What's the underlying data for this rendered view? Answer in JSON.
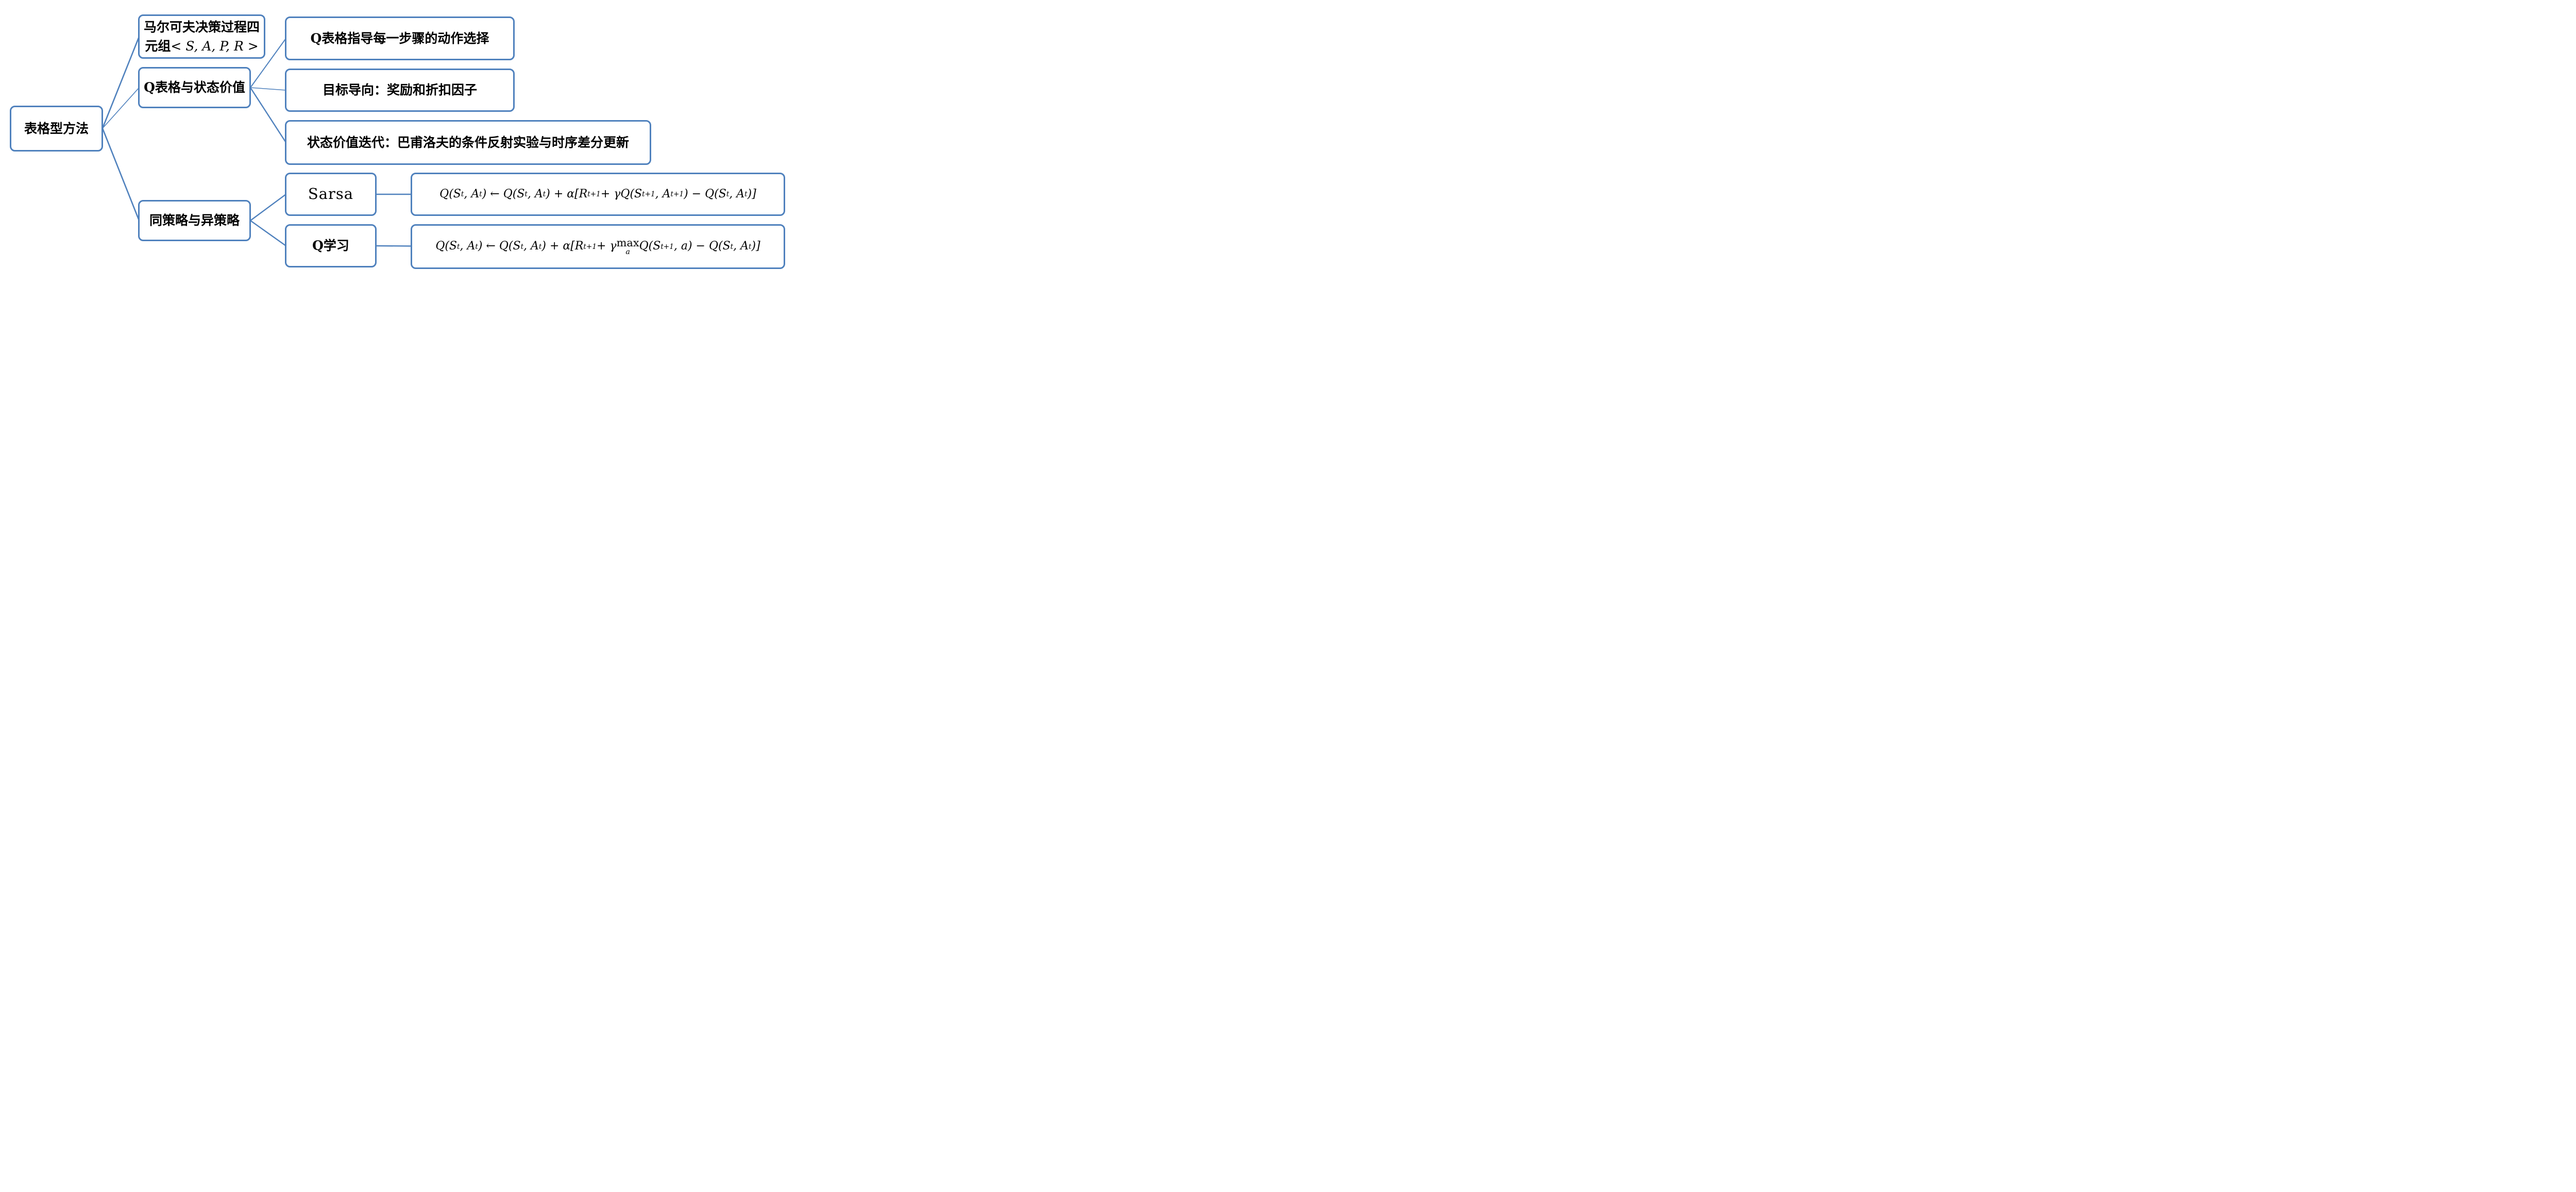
{
  "diagram": {
    "colors": {
      "node_border": "#4f81bd",
      "connector": "#4f81bd",
      "text": "#000000",
      "background": "#ffffff"
    },
    "root": {
      "label": "表格型方法"
    },
    "mdp": {
      "label_cn": "马尔可夫决策过程四元组",
      "label_math": "< S, A, P, R >"
    },
    "qtable": {
      "label": "Q表格与状态价值"
    },
    "action": {
      "label": "Q表格指导每一步骤的动作选择"
    },
    "goal": {
      "label": "目标导向：奖励和折扣因子"
    },
    "statevalue": {
      "label": "状态价值迭代：巴甫洛夫的条件反射实验与时序差分更新"
    },
    "policy": {
      "label": "同策略与异策略"
    },
    "sarsa": {
      "label": "Sarsa"
    },
    "qlearning": {
      "label": "Q学习"
    },
    "sarsa_formula": {
      "text": "Q(St, At) ← Q(St, At) + α[Rt+1 + γQ(St+1, At+1) − Q(St, At)]",
      "tokens": [
        {
          "t": "txt",
          "v": "Q(S"
        },
        {
          "t": "sub",
          "v": "t"
        },
        {
          "t": "txt",
          "v": ", A"
        },
        {
          "t": "sub",
          "v": "t"
        },
        {
          "t": "txt",
          "v": ") ← Q(S"
        },
        {
          "t": "sub",
          "v": "t"
        },
        {
          "t": "txt",
          "v": ", A"
        },
        {
          "t": "sub",
          "v": "t"
        },
        {
          "t": "txt",
          "v": ") + α[R"
        },
        {
          "t": "sub",
          "v": "t+1"
        },
        {
          "t": "txt",
          "v": " + γQ(S"
        },
        {
          "t": "sub",
          "v": "t+1"
        },
        {
          "t": "txt",
          "v": ", A"
        },
        {
          "t": "sub",
          "v": "t+1"
        },
        {
          "t": "txt",
          "v": ") − Q(S"
        },
        {
          "t": "sub",
          "v": "t"
        },
        {
          "t": "txt",
          "v": ", A"
        },
        {
          "t": "sub",
          "v": "t"
        },
        {
          "t": "txt",
          "v": ")]"
        }
      ]
    },
    "qlearning_formula": {
      "text": "Q(St, At) ← Q(St, At) + α[Rt+1 + γ max_a Q(St+1, a) − Q(St, At)]",
      "tokens": [
        {
          "t": "txt",
          "v": "Q(S"
        },
        {
          "t": "sub",
          "v": "t"
        },
        {
          "t": "txt",
          "v": ", A"
        },
        {
          "t": "sub",
          "v": "t"
        },
        {
          "t": "txt",
          "v": ") ← Q(S"
        },
        {
          "t": "sub",
          "v": "t"
        },
        {
          "t": "txt",
          "v": ", A"
        },
        {
          "t": "sub",
          "v": "t"
        },
        {
          "t": "txt",
          "v": ") + α[R"
        },
        {
          "t": "sub",
          "v": "t+1"
        },
        {
          "t": "txt",
          "v": " + γ "
        },
        {
          "t": "max",
          "v": "a"
        },
        {
          "t": "txt",
          "v": " Q(S"
        },
        {
          "t": "sub",
          "v": "t+1"
        },
        {
          "t": "txt",
          "v": ", a) − Q(S"
        },
        {
          "t": "sub",
          "v": "t"
        },
        {
          "t": "txt",
          "v": ", A"
        },
        {
          "t": "sub",
          "v": "t"
        },
        {
          "t": "txt",
          "v": ")]"
        }
      ]
    }
  }
}
